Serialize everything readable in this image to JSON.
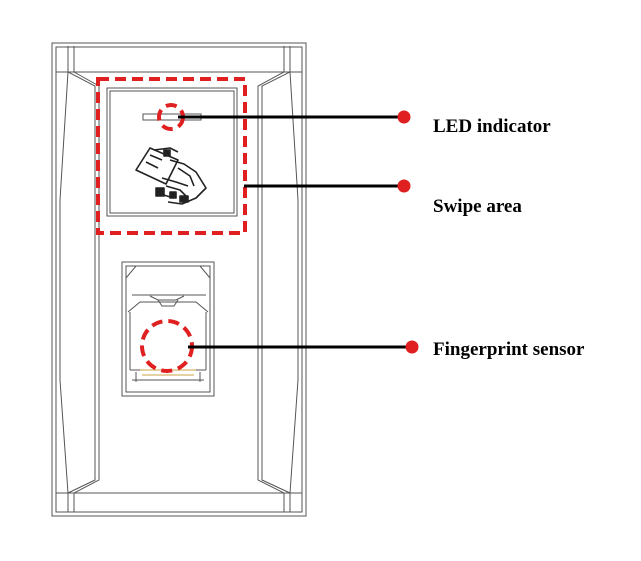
{
  "labels": {
    "led": "LED indicator",
    "swipe": "Swipe area",
    "fingerprint": "Fingerprint sensor"
  },
  "colors": {
    "outline": "#555555",
    "callout_dash": "#e02020",
    "callout_dot": "#e02020",
    "leader_line": "#000000",
    "sensor_accent": "#c8a040"
  }
}
